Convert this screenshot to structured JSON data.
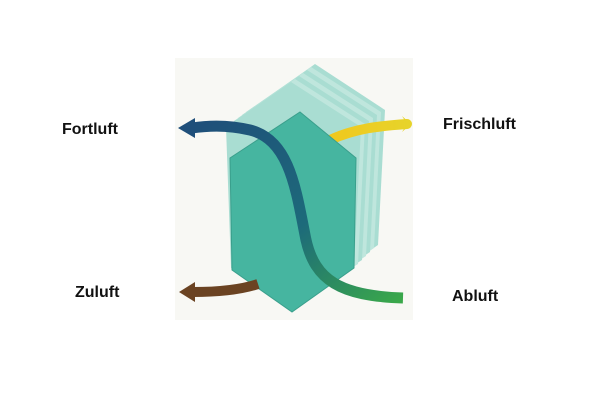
{
  "labels": {
    "fortluft": "Fortluft",
    "frischluft": "Frischluft",
    "zuluft": "Zuluft",
    "abluft": "Abluft"
  },
  "colors": {
    "exchanger_face": "#46b5a0",
    "exchanger_plates": "#a9ddd2",
    "fortluft_stream": "#1f4f7a",
    "frischluft_stream": "#f0c81e",
    "zuluft_stream": "#6b4322",
    "abluft_stream": "#3aa84a"
  }
}
